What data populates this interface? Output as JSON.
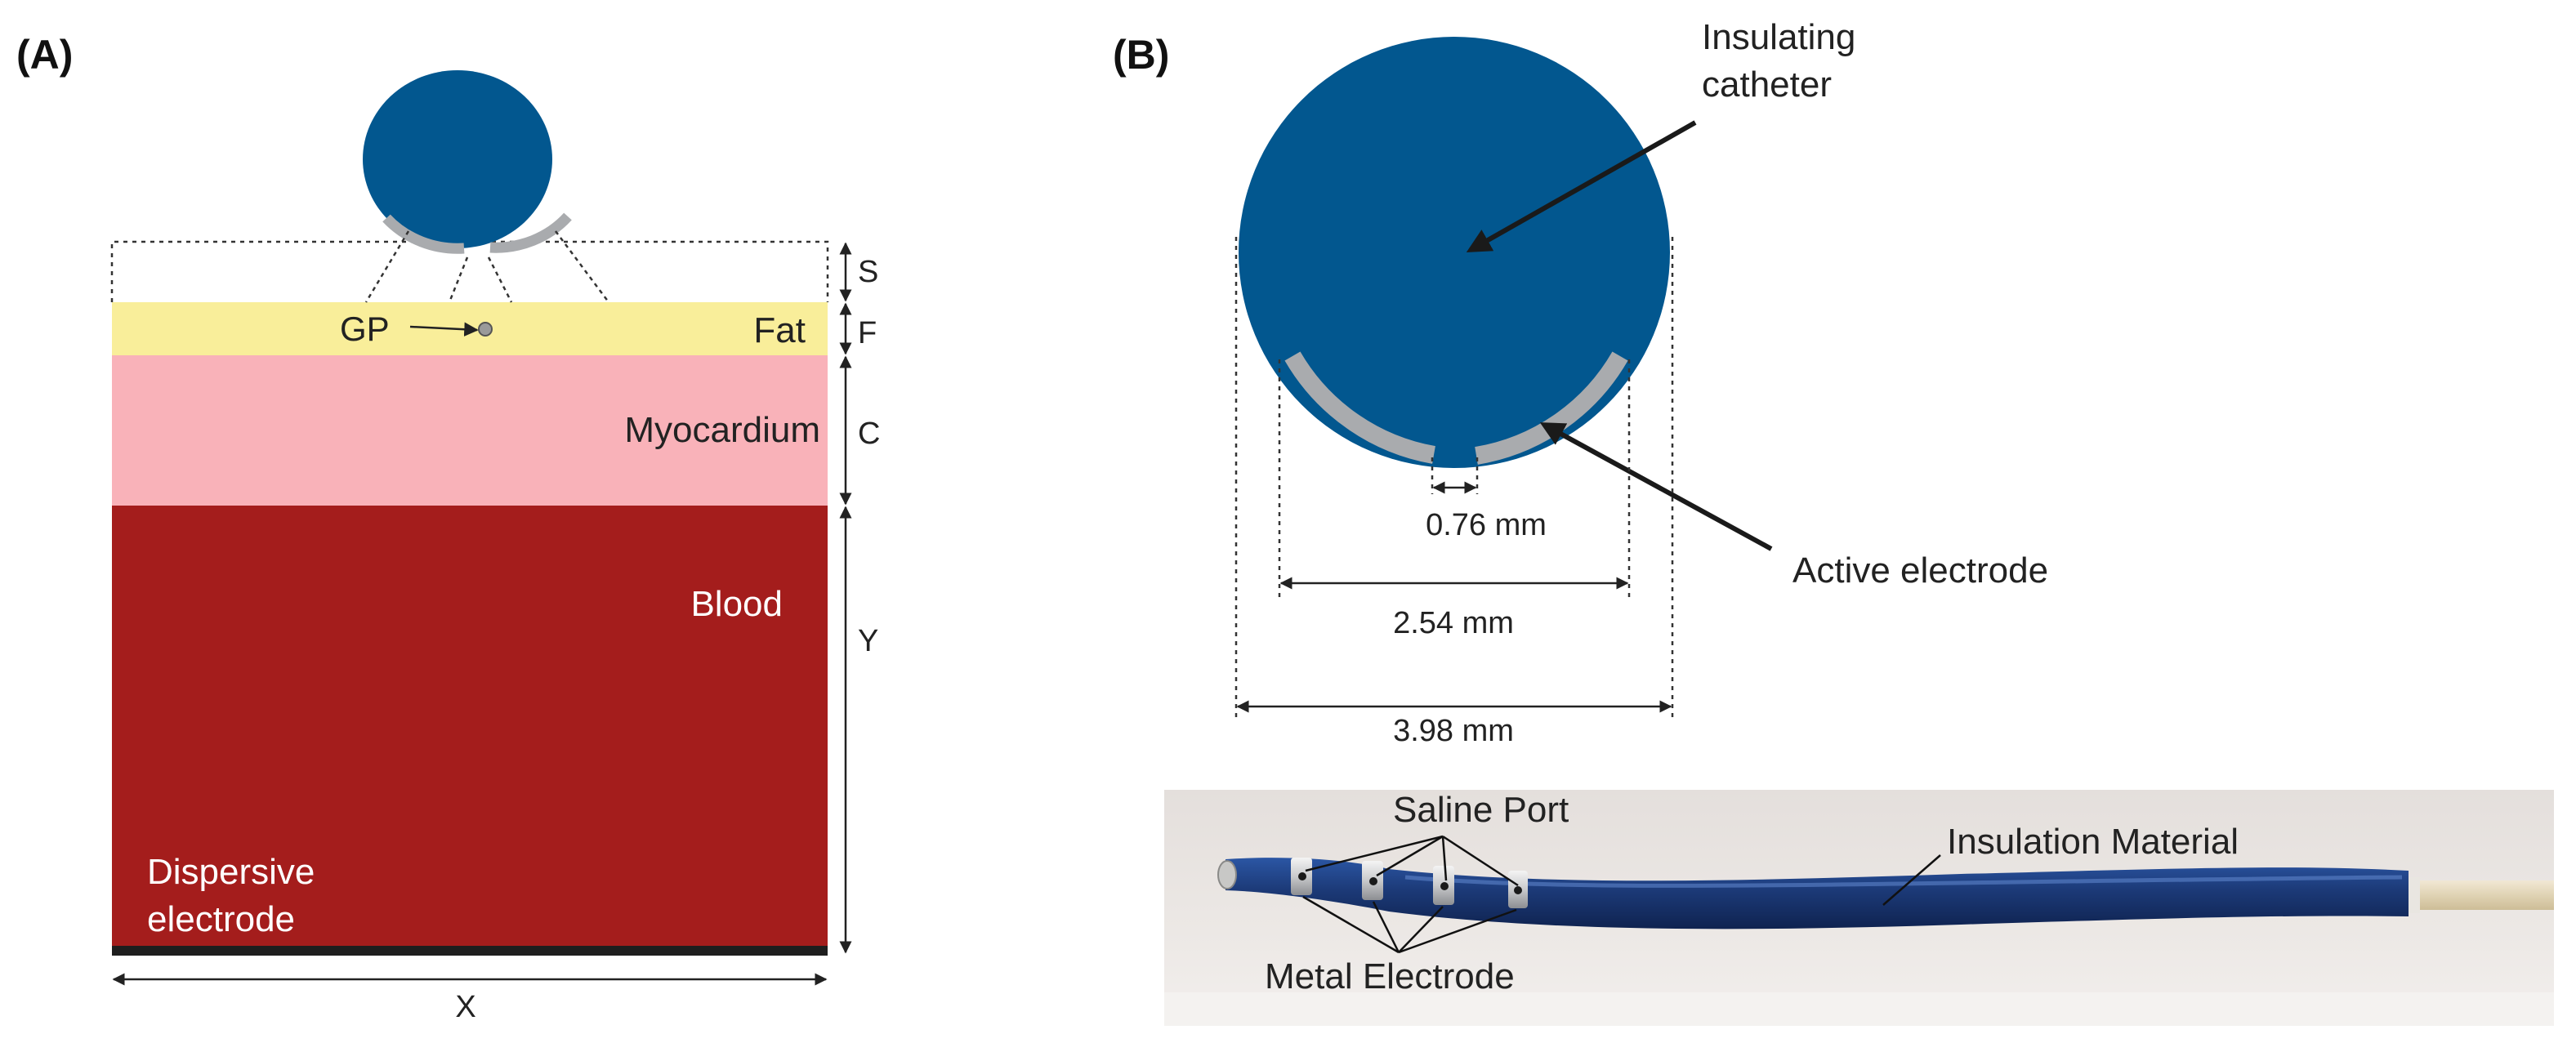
{
  "panel_a": {
    "tag": "(A)",
    "layers": {
      "fat": "Fat",
      "myocardium": "Myocardium",
      "blood": "Blood",
      "dispersive_electrode": [
        "Dispersive",
        "electrode"
      ]
    },
    "gp_label": "GP",
    "dimensions": {
      "s": "S",
      "f": "F",
      "c": "C",
      "y": "Y",
      "x": "X"
    }
  },
  "panel_b": {
    "tag": "(B)",
    "catheter_label": [
      "Insulating",
      "catheter"
    ],
    "active_electrode_label": "Active electrode",
    "gap_dimension": "0.76 mm",
    "electrode_dimension": "2.54 mm",
    "catheter_dimension": "3.98 mm",
    "photo_labels": {
      "saline_port": "Saline Port",
      "insulation_material": "Insulation Material",
      "metal_electrode": "Metal Electrode"
    }
  },
  "colors": {
    "catheter": "#02578F",
    "electrode": "#A9ABAE",
    "fat": "#F9EE9A",
    "myocardium": "#F9B2B9",
    "blood": "#A41D1C",
    "dispersive_plate": "#1E1E1E",
    "photo_background": "#EAE6E3",
    "photo_catheter": "#1C3A78"
  }
}
